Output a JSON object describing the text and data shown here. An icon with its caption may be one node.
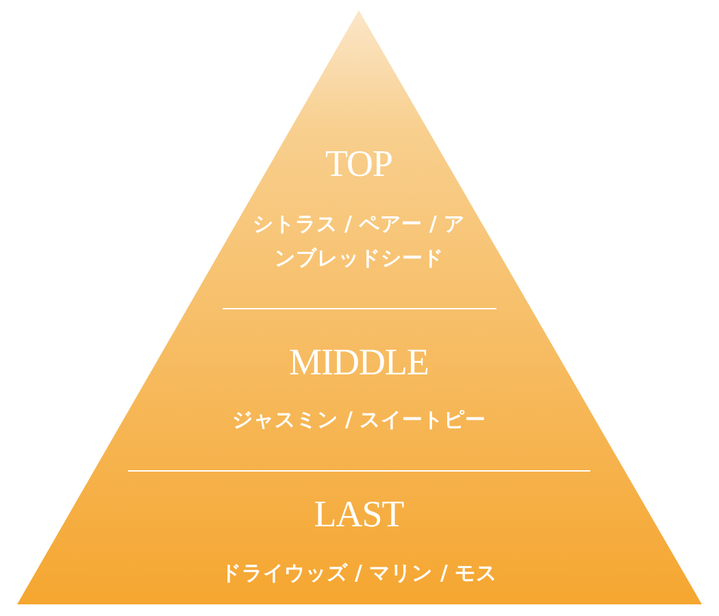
{
  "diagram": {
    "nodes": [
      {
        "text": [
          "TOP",
          "シトラス / ペアー / アンブレッドシード"
        ]
      },
      {
        "text": [
          "MIDDLE",
          "ジャスミン / スイートピー"
        ]
      },
      {
        "text": [
          "LAST",
          "ドライウッズ / マリン / モス"
        ]
      }
    ]
  }
}
